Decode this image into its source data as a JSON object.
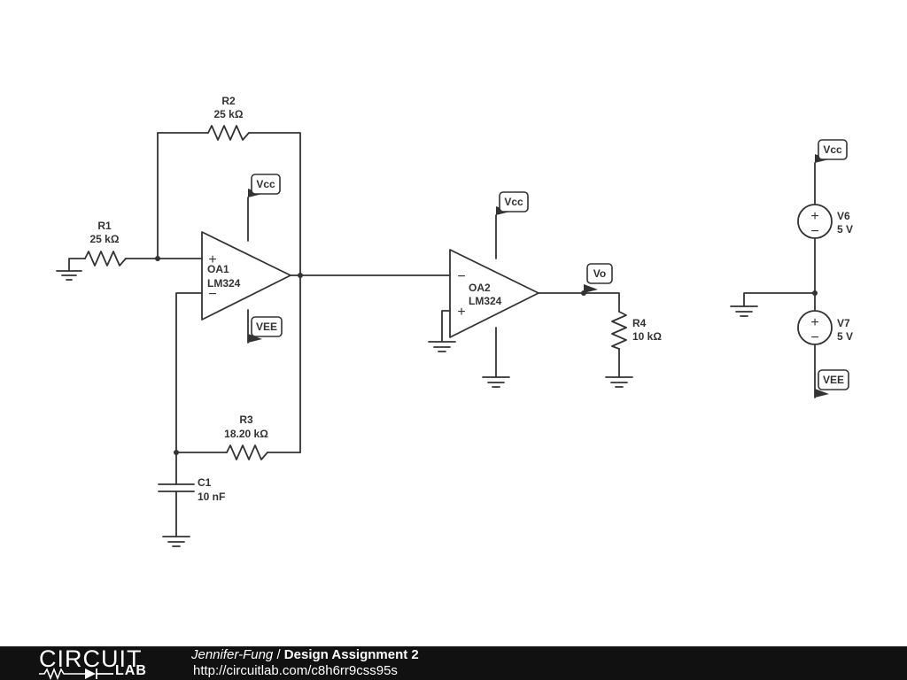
{
  "schematic": {
    "components": {
      "R1": {
        "name": "R1",
        "value": "25 kΩ"
      },
      "R2": {
        "name": "R2",
        "value": "25 kΩ"
      },
      "R3": {
        "name": "R3",
        "value": "18.20 kΩ"
      },
      "R4": {
        "name": "R4",
        "value": "10 kΩ"
      },
      "C1": {
        "name": "C1",
        "value": "10 nF"
      },
      "OA1": {
        "name": "OA1",
        "part": "LM324"
      },
      "OA2": {
        "name": "OA2",
        "part": "LM324"
      },
      "V6": {
        "name": "V6",
        "value": "5 V"
      },
      "V7": {
        "name": "V7",
        "value": "5 V"
      }
    },
    "net_labels": {
      "vcc": "Vcc",
      "vee": "VEE",
      "vo": "Vo"
    },
    "symbols": {
      "plus": "+",
      "minus": "−"
    }
  },
  "footer": {
    "logo_top": "CIRCUIT",
    "logo_bottom": "LAB",
    "author": "Jennifer-Fung",
    "separator": " / ",
    "title": "Design Assignment 2",
    "url": "http://circuitlab.com/c8h6rr9css95s"
  }
}
